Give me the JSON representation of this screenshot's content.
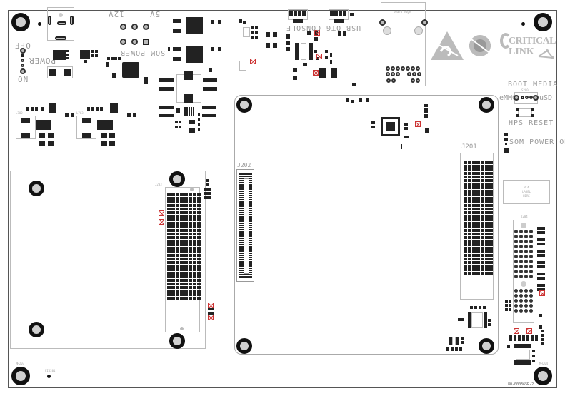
{
  "board": {
    "part_number": "80-000365R-2",
    "board_edge_label": "board edge",
    "colors": {
      "copper": "#222222",
      "silkscreen": "#9a9a9a",
      "outline": "#bbbbbb",
      "board_edge": "#555555",
      "dnp_marker": "#cc3333"
    }
  },
  "labels": {
    "power_off": "OFF",
    "power_on": "ON",
    "power": "POWER",
    "v12": "12V",
    "v5": "5V",
    "som_power": "SOM POWER",
    "console": "CONSOLE",
    "usb_otg": "USB OTG",
    "boot_media": "BOOT MEDIA",
    "emmc": "eMMC",
    "usd": "uSD",
    "hps_reset": "HPS RESET",
    "som_power_ok": "SOM POWER OK",
    "pca_label": [
      "PCA",
      "LABEL",
      "HERE"
    ]
  },
  "logos": {
    "esd_warning": "esd-warning-icon",
    "certification_seal": "seal-icon",
    "critical_link_line1": "CRITICAL",
    "critical_link_line2": "LINK"
  },
  "refdes": {
    "j201": "J201",
    "j202": "J202",
    "j203": "J203",
    "j204": "J204",
    "j205": "J205",
    "j501": "J501",
    "j502": "J502",
    "j601": "J601",
    "s200": "S200",
    "u702": "U702",
    "l702": "L702",
    "l703": "L703",
    "l701": "L701",
    "tp700": "TP700",
    "tp702": "TP702",
    "tp703": "TP703",
    "tp701": "TP701",
    "fid": "FID201",
    "mh207": "MH207",
    "mh204": "MH204",
    "u603": "U603",
    "u201": "U201"
  }
}
